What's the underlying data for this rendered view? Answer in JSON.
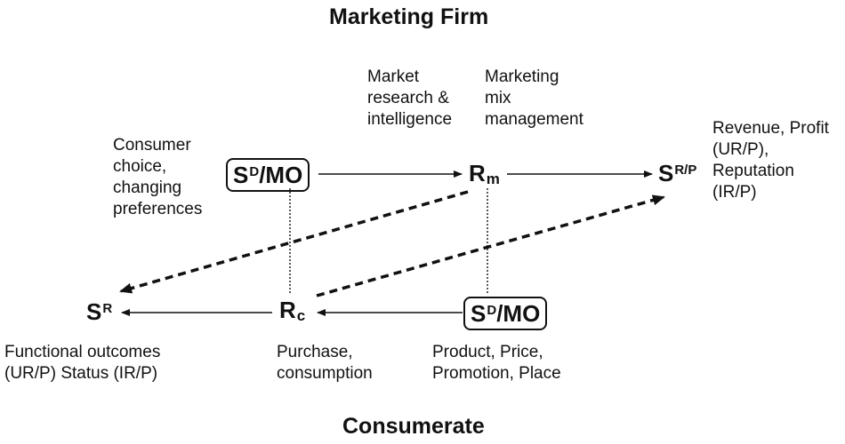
{
  "titles": {
    "top": "Marketing Firm",
    "bottom": "Consumerate"
  },
  "nodes": {
    "firm_sd": "S",
    "firm_sd_sup": "D",
    "firm_sd_mo": "/MO",
    "rm": "R",
    "rm_sub": "m",
    "srp": "S",
    "srp_sup": "R/P",
    "sr": "S",
    "sr_sup": "R",
    "rc": "R",
    "rc_sub": "c",
    "cons_sd": "S",
    "cons_sd_sup": "D",
    "cons_sd_mo": "/MO"
  },
  "labels": {
    "market_research": [
      "Market",
      "research &",
      "intelligence"
    ],
    "marketing_mix": [
      "Marketing",
      "mix",
      "management"
    ],
    "consumer_choice": [
      "Consumer",
      "choice,",
      "changing",
      "preferences"
    ],
    "revenue": [
      "Revenue, Profit",
      "(UR/P),",
      "Reputation",
      "(IR/P)"
    ],
    "functional": [
      "Functional outcomes",
      "(UR/P) Status (IR/P)"
    ],
    "purchase": [
      "Purchase,",
      "consumption"
    ],
    "product": [
      "Product, Price,",
      "Promotion, Place"
    ]
  }
}
